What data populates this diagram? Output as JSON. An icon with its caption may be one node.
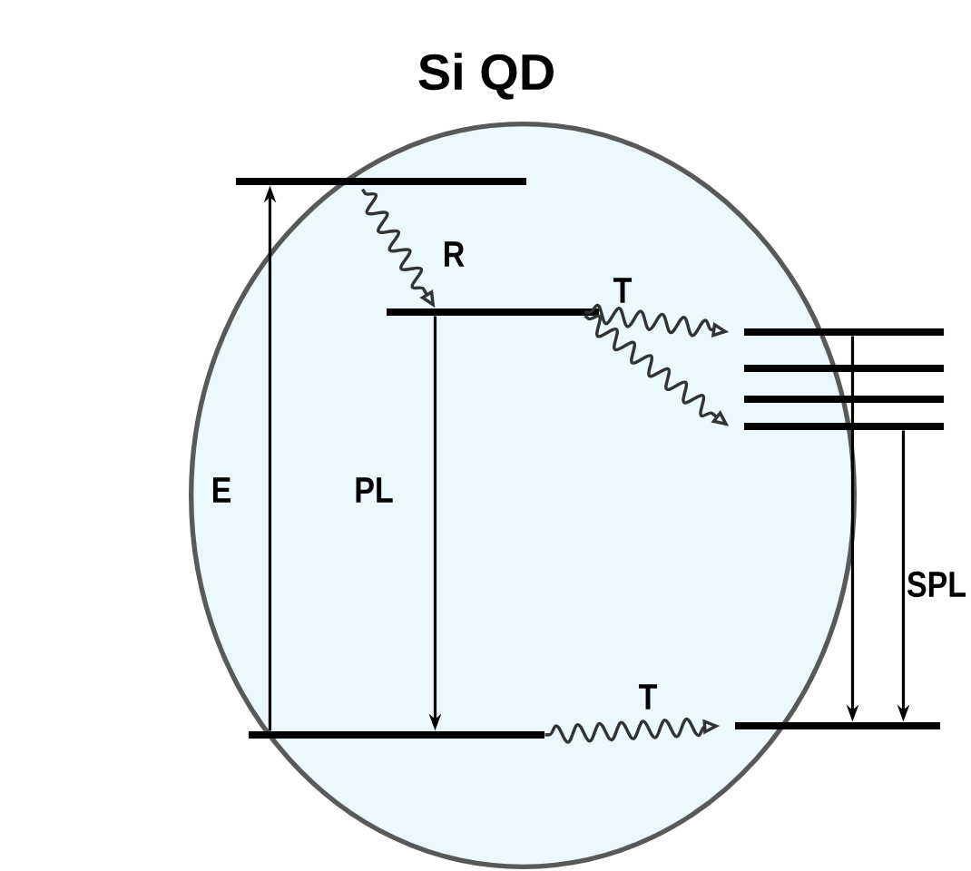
{
  "diagram": {
    "nodes": [
      {
        "text": [
          "Si QD"
        ]
      },
      {
        "text": [],
        "shape": "bar",
        "in": 0
      },
      {
        "text": [],
        "shape": "bar",
        "in": 0
      },
      {
        "text": [],
        "shape": "bar",
        "in": 0
      },
      {
        "text": [],
        "shape": "bar"
      },
      {
        "text": [],
        "shape": "bar"
      },
      {
        "text": [],
        "shape": "bar"
      },
      {
        "text": [],
        "shape": "bar"
      },
      {
        "text": [],
        "shape": "bar"
      }
    ],
    "edges": [
      {
        "from": 3,
        "to": 1,
        "arrow": "to",
        "label": "E"
      },
      {
        "from": 1,
        "to": 2,
        "arrow": "to",
        "label": "R"
      },
      {
        "from": 2,
        "to": 3,
        "arrow": "to",
        "label": "PL"
      },
      {
        "from": 2,
        "to": 4,
        "arrow": "to",
        "label": "T"
      },
      {
        "from": 2,
        "to": 7,
        "arrow": "to"
      },
      {
        "from": 3,
        "to": 8,
        "arrow": "to",
        "label": "T"
      },
      {
        "from": 4,
        "to": 8,
        "arrow": "to"
      },
      {
        "from": 7,
        "to": 8,
        "arrow": "to",
        "label": "SPL"
      }
    ]
  }
}
